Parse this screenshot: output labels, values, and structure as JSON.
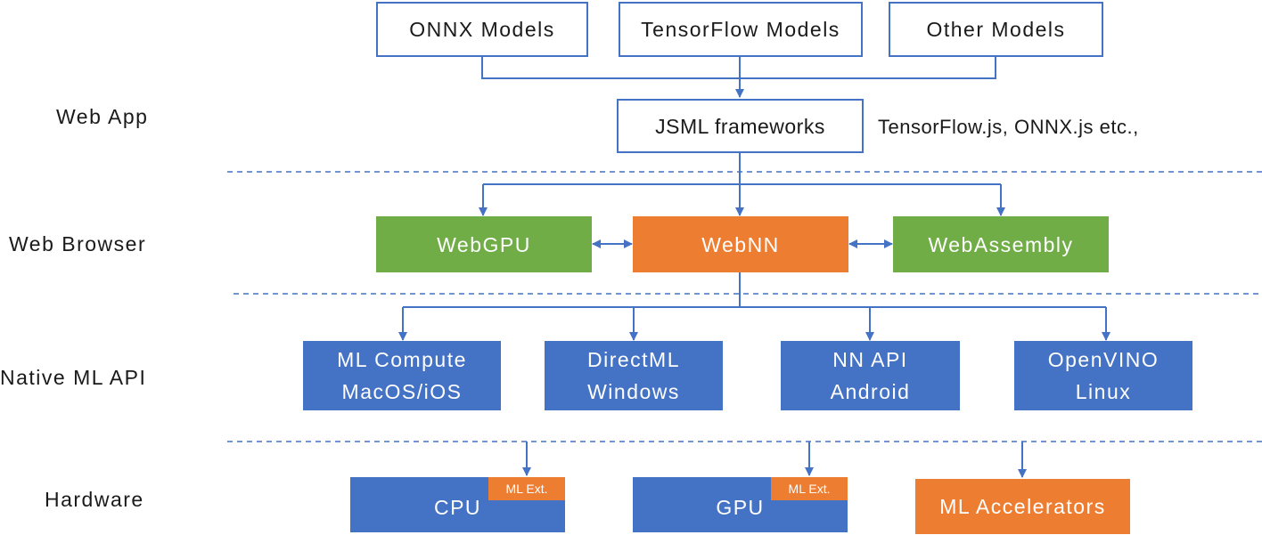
{
  "layers": {
    "web_app": "Web App",
    "web_browser": "Web Browser",
    "native_ml_api": "Native ML API",
    "hardware": "Hardware"
  },
  "models": {
    "onnx": "ONNX Models",
    "tensorflow": "TensorFlow Models",
    "other": "Other Models"
  },
  "frameworks": {
    "label": "JSML frameworks",
    "examples": "TensorFlow.js, ONNX.js etc.,"
  },
  "browser": {
    "webgpu": "WebGPU",
    "webnn": "WebNN",
    "webassembly": "WebAssembly"
  },
  "native_apis": [
    {
      "line1": "ML Compute",
      "line2": "MacOS/iOS"
    },
    {
      "line1": "DirectML",
      "line2": "Windows"
    },
    {
      "line1": "NN API",
      "line2": "Android"
    },
    {
      "line1": "OpenVINO",
      "line2": "Linux"
    }
  ],
  "hardware": {
    "cpu": "CPU",
    "gpu": "GPU",
    "ml_ext": "ML Ext.",
    "accelerators": "ML Accelerators"
  },
  "colors": {
    "line": "#4472c4",
    "green": "#70ad47",
    "orange": "#ed7d31",
    "blue": "#4472c4"
  }
}
